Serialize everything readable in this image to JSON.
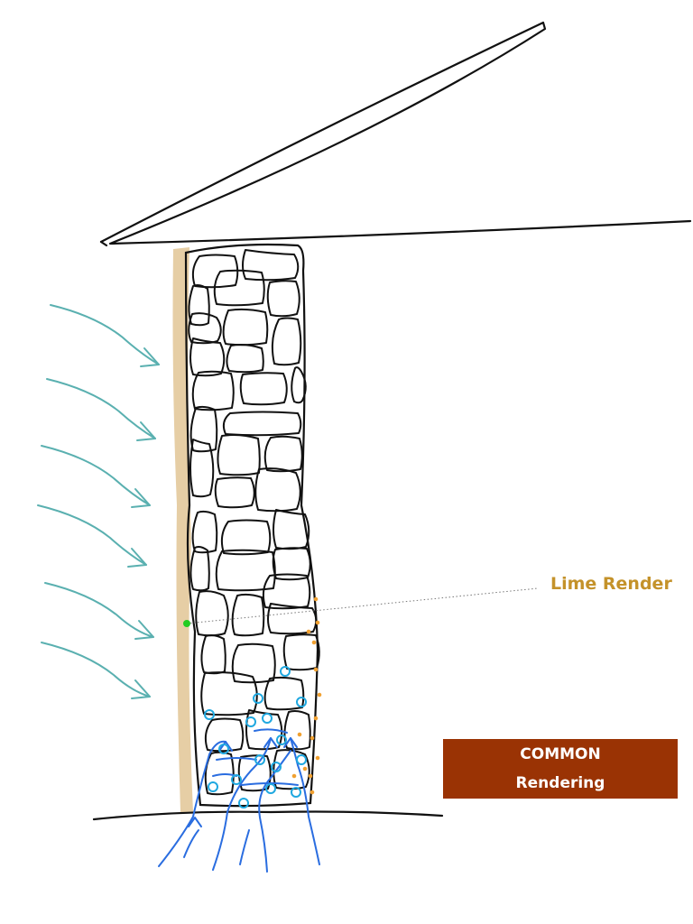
{
  "callout": {
    "label": "Lime Render"
  },
  "title_box": {
    "line1": "COMMON",
    "line2": "Rendering"
  },
  "colors": {
    "render": "#e6cea5",
    "callout_text": "#c4922a",
    "callout_dot": "#22cc22",
    "title_box": "#9a3304",
    "rain_arrows": "#5ab0b0",
    "rising_damp": "#2a6de0",
    "moisture_cyan": "#1fa8e0",
    "salt_orange": "#f0a030",
    "outline": "#111111"
  },
  "icons": {
    "rain": "arrow-right-down-icon",
    "damp": "arrow-up-icon"
  }
}
